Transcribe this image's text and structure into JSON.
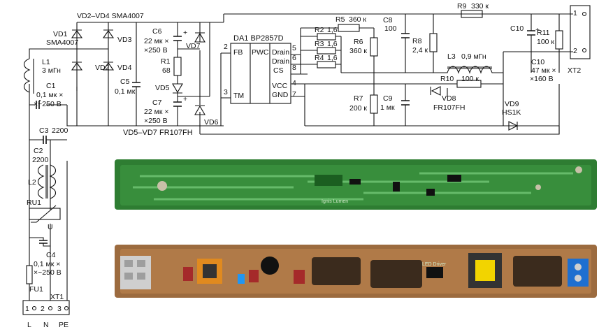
{
  "schematic": {
    "diodes_bridge_title": "VD2–VD4 SMA4007",
    "vd1": {
      "name": "VD1",
      "part": "SMA4007"
    },
    "vd2": "VD2",
    "vd3": "VD3",
    "vd4": "VD4",
    "l1": {
      "name": "L1",
      "value": "3 мГн"
    },
    "c1": {
      "name": "C1",
      "value1": "0,1 мк ×",
      "value2": "×~250 В"
    },
    "c3": {
      "name": "C3",
      "value": "2200"
    },
    "c2": {
      "name": "C2",
      "value": "2200"
    },
    "l2": "L2",
    "ru1": {
      "name": "RU1",
      "symbol": "U"
    },
    "c4": {
      "name": "C4",
      "value1": "0,1 мк ×",
      "value2": "×~250 В"
    },
    "fu1": "FU1",
    "xt1": {
      "name": "XT1",
      "pins": [
        "1",
        "2",
        "3"
      ],
      "labels": [
        "L",
        "N",
        "PE"
      ]
    },
    "c5": {
      "name": "C5",
      "value": "0,1 мк"
    },
    "c6": {
      "name": "C6",
      "value1": "22 мк ×",
      "value2": "×250 В"
    },
    "r1": {
      "name": "R1",
      "value": "68"
    },
    "vd5": "VD5",
    "c7": {
      "name": "C7",
      "value1": "22 мк ×",
      "value2": "×250 В"
    },
    "vd7": "VD7",
    "vd6": "VD6",
    "vd5_vd7_title": "VD5–VD7 FR107FH",
    "da1": {
      "title": "DA1 BP2857D",
      "pins": [
        "FB",
        "PWC",
        "Drain",
        "Drain",
        "CS",
        "TM",
        "VCC",
        "GND"
      ],
      "pin_numbers": [
        "2",
        "5",
        "6",
        "8",
        "3",
        "4",
        "7"
      ]
    },
    "r5": {
      "name": "R5",
      "value": "360 к"
    },
    "r2": {
      "name": "R2",
      "value": "1,6"
    },
    "r3": {
      "name": "R3",
      "value": "1,6"
    },
    "r4": {
      "name": "R4",
      "value": "1,6"
    },
    "r6": {
      "name": "R6",
      "value": "360 к"
    },
    "c8": {
      "name": "C8",
      "value": "100"
    },
    "r8": {
      "name": "R8",
      "value": "2,4 к"
    },
    "r9": {
      "name": "R9",
      "value": "330 к"
    },
    "l3": {
      "name": "L3",
      "value": "0,9 мГн"
    },
    "r10": {
      "name": "R10",
      "value": "100 к"
    },
    "vd8": {
      "name": "VD8",
      "part": "FR107FH"
    },
    "r7": {
      "name": "R7",
      "value": "200 к"
    },
    "c9": {
      "name": "C9",
      "value": "1 мк"
    },
    "c10": {
      "name": "C10",
      "value1": "47 мк ×",
      "value2": "×160 В"
    },
    "c10_short": "C10",
    "r11": {
      "name": "R11",
      "value": "100 к"
    },
    "vd9": {
      "name": "VD9",
      "part": "HS1K"
    },
    "xt2": {
      "name": "XT2",
      "pins": [
        "1",
        "2"
      ]
    }
  },
  "photos": {
    "top_board_marking": "Ignis Lumen",
    "bottom_board_marking": "LED Driver"
  },
  "colors": {
    "pcb_green": "#2e7d32",
    "pcb_light": "#4caf50",
    "trace": "#66bb6a",
    "copper_pad": "#c8c0a8"
  }
}
